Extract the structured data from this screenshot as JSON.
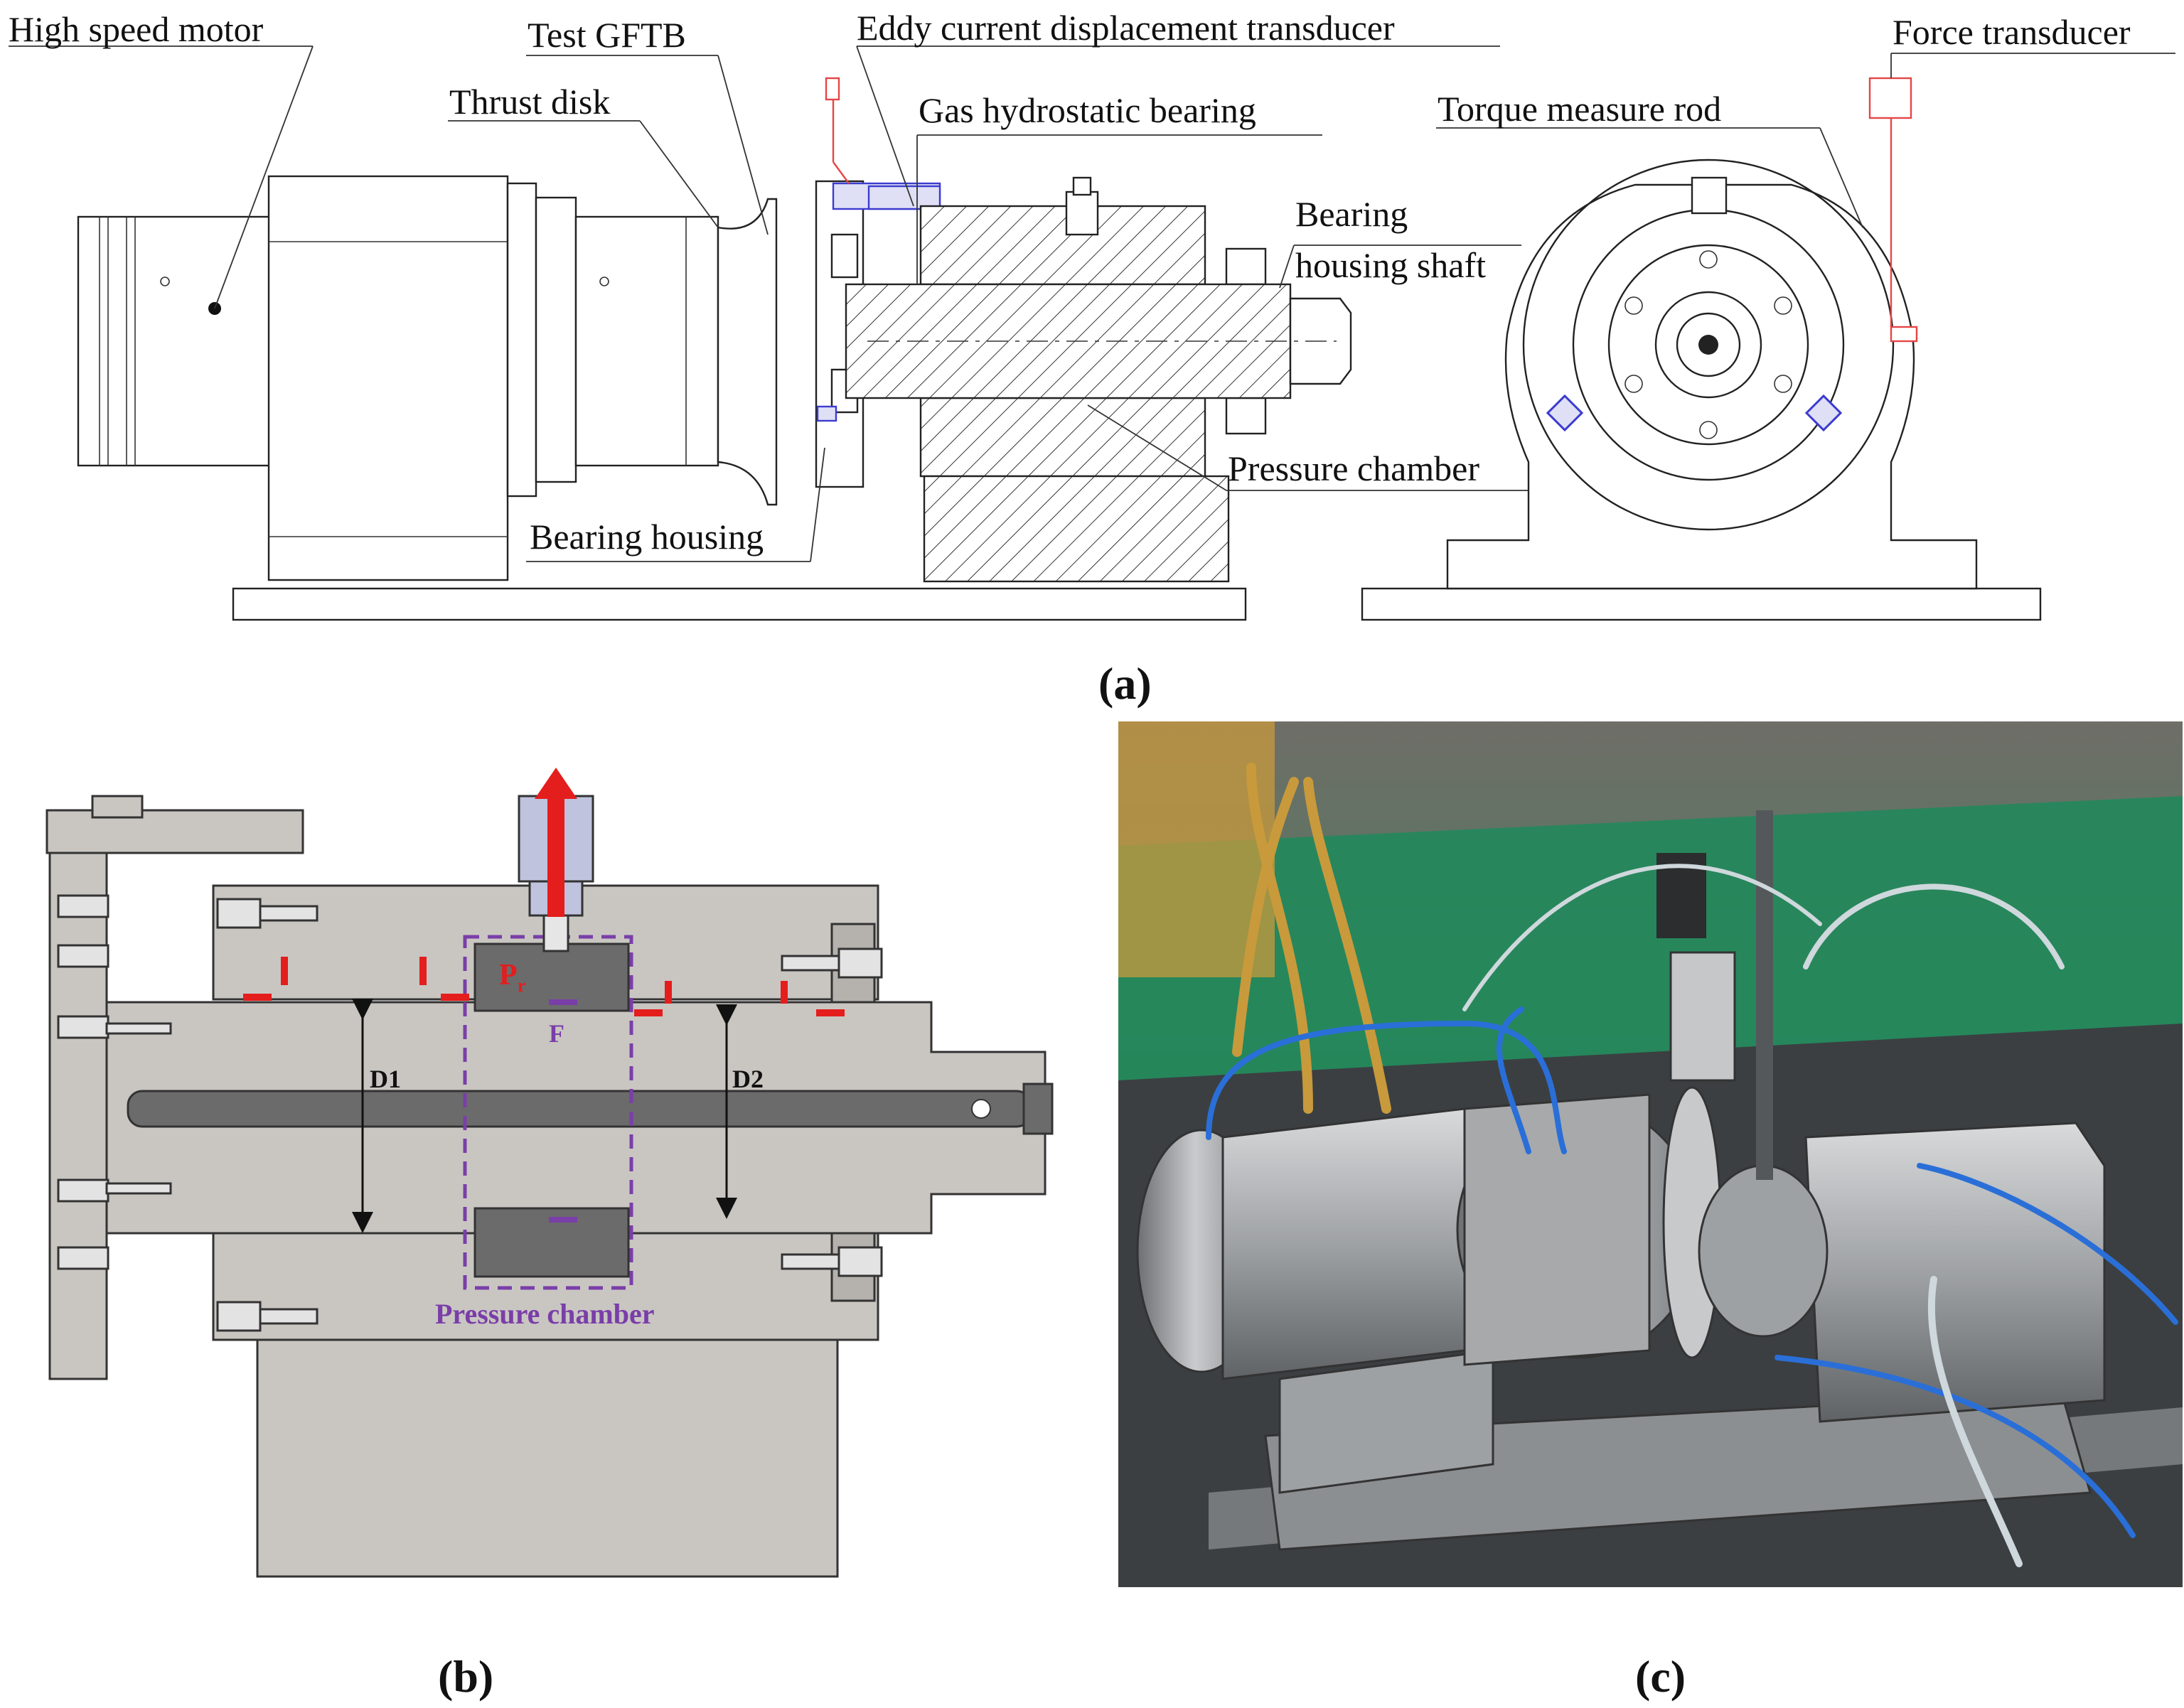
{
  "figure": {
    "panel_labels": {
      "a": "(a)",
      "b": "(b)",
      "c": "(c)"
    },
    "panel_a": {
      "labels": {
        "high_speed_motor": "High speed motor",
        "test_gftb": "Test GFTB",
        "eddy_current": "Eddy current displacement transducer",
        "thrust_disk": "Thrust disk",
        "gas_hydrostatic_bearing": "Gas hydrostatic bearing",
        "bearing_housing_shaft_1": "Bearing",
        "bearing_housing_shaft_2": "housing shaft",
        "pressure_chamber": "Pressure chamber",
        "bearing_housing": "Bearing housing",
        "force_transducer": "Force transducer",
        "torque_measure_rod": "Torque measure rod"
      }
    },
    "panel_b": {
      "labels": {
        "pressure": "P",
        "pressure_subscript": "r",
        "force": "F",
        "d1": "D1",
        "d2": "D2",
        "pressure_chamber": "Pressure chamber"
      },
      "colors": {
        "arrow": "#e41d1d",
        "chamber": "#7a3ea8",
        "metal": "#c9c6c2"
      }
    },
    "panel_c": {
      "type": "photograph of test rig",
      "colors": {
        "floor": "#1f8a5a",
        "tube_blue": "#2a6fd8",
        "tube_amber": "#c89a3c",
        "steel": "#a9abad"
      }
    }
  }
}
